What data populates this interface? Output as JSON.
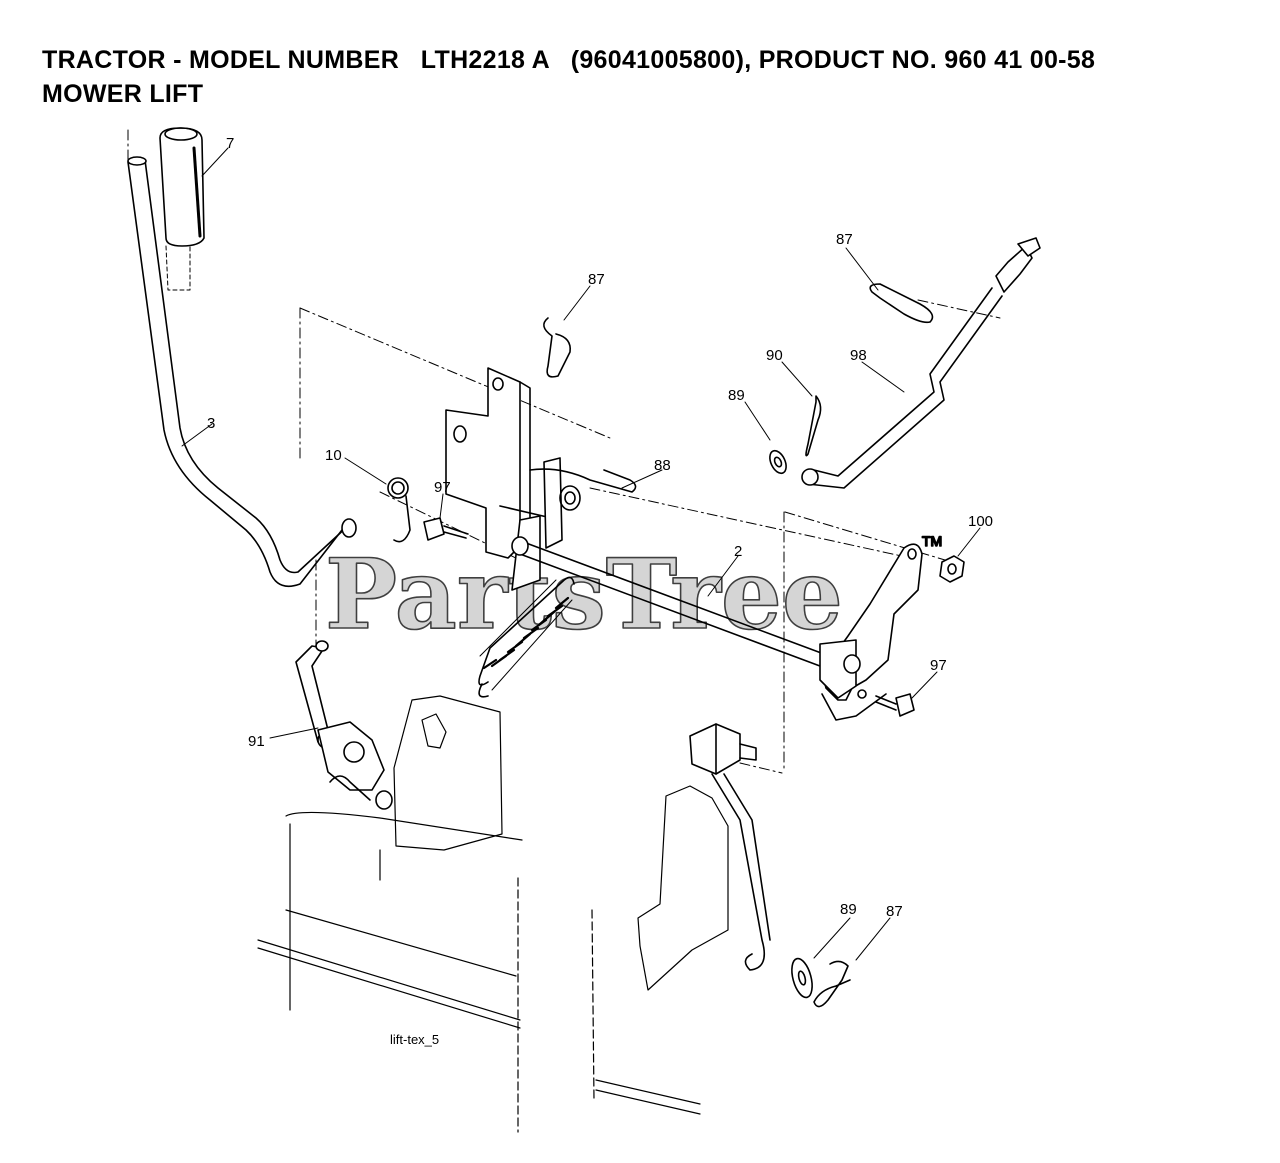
{
  "header": {
    "title_line1": "TRACTOR - MODEL NUMBER   LTH2218 A   (96041005800), PRODUCT NO. 960 41 00-58",
    "title_line2": "MOWER LIFT"
  },
  "watermark": {
    "text": "PartsTree",
    "trademark": "TM"
  },
  "figure_ref": "lift-tex_5",
  "callouts": {
    "c7": "7",
    "c3": "3",
    "c10": "10",
    "c97a": "97",
    "c87a": "87",
    "c88": "88",
    "c2": "2",
    "c87b": "87",
    "c90": "90",
    "c98": "98",
    "c89a": "89",
    "c100": "100",
    "c97b": "97",
    "c91": "91",
    "c89b": "89",
    "c87c": "87"
  }
}
